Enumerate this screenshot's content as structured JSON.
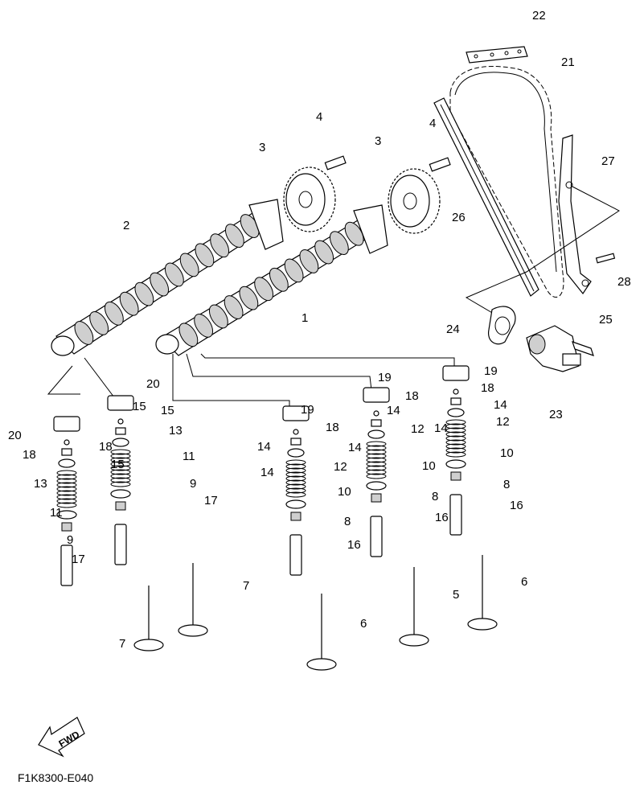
{
  "figure_code": "F1K8300-E040",
  "fwd_label": "FWD",
  "callouts": [
    {
      "id": "c22",
      "label": "22"
    },
    {
      "id": "c21",
      "label": "21"
    },
    {
      "id": "c27",
      "label": "27"
    },
    {
      "id": "c26",
      "label": "26"
    },
    {
      "id": "c28",
      "label": "28"
    },
    {
      "id": "c25",
      "label": "25"
    },
    {
      "id": "c24",
      "label": "24"
    },
    {
      "id": "c23",
      "label": "23"
    },
    {
      "id": "c4a",
      "label": "4"
    },
    {
      "id": "c4b",
      "label": "4"
    },
    {
      "id": "c3a",
      "label": "3"
    },
    {
      "id": "c3b",
      "label": "3"
    },
    {
      "id": "c2",
      "label": "2"
    },
    {
      "id": "c1",
      "label": "1"
    },
    {
      "id": "c20a",
      "label": "20"
    },
    {
      "id": "c20b",
      "label": "20"
    },
    {
      "id": "c15a",
      "label": "15"
    },
    {
      "id": "c15b",
      "label": "15"
    },
    {
      "id": "c15c",
      "label": "15"
    },
    {
      "id": "c18a",
      "label": "18"
    },
    {
      "id": "c18b",
      "label": "18"
    },
    {
      "id": "c13a",
      "label": "13"
    },
    {
      "id": "c13b",
      "label": "13"
    },
    {
      "id": "c11a",
      "label": "11"
    },
    {
      "id": "c11b",
      "label": "11"
    },
    {
      "id": "c9a",
      "label": "9"
    },
    {
      "id": "c9b",
      "label": "9"
    },
    {
      "id": "c17a",
      "label": "17"
    },
    {
      "id": "c17b",
      "label": "17"
    },
    {
      "id": "c7a",
      "label": "7"
    },
    {
      "id": "c7b",
      "label": "7"
    },
    {
      "id": "c19a",
      "label": "19"
    },
    {
      "id": "c19b",
      "label": "19"
    },
    {
      "id": "c19c",
      "label": "19"
    },
    {
      "id": "c18c",
      "label": "18"
    },
    {
      "id": "c18d",
      "label": "18"
    },
    {
      "id": "c18e",
      "label": "18"
    },
    {
      "id": "c14a",
      "label": "14"
    },
    {
      "id": "c14b",
      "label": "14"
    },
    {
      "id": "c14c",
      "label": "14"
    },
    {
      "id": "c14d",
      "label": "14"
    },
    {
      "id": "c14e",
      "label": "14"
    },
    {
      "id": "c14f",
      "label": "14"
    },
    {
      "id": "c12a",
      "label": "12"
    },
    {
      "id": "c12b",
      "label": "12"
    },
    {
      "id": "c12c",
      "label": "12"
    },
    {
      "id": "c10a",
      "label": "10"
    },
    {
      "id": "c10b",
      "label": "10"
    },
    {
      "id": "c10c",
      "label": "10"
    },
    {
      "id": "c8a",
      "label": "8"
    },
    {
      "id": "c8b",
      "label": "8"
    },
    {
      "id": "c8c",
      "label": "8"
    },
    {
      "id": "c16a",
      "label": "16"
    },
    {
      "id": "c16b",
      "label": "16"
    },
    {
      "id": "c16c",
      "label": "16"
    },
    {
      "id": "c6a",
      "label": "6"
    },
    {
      "id": "c6b",
      "label": "6"
    },
    {
      "id": "c5",
      "label": "5"
    }
  ]
}
